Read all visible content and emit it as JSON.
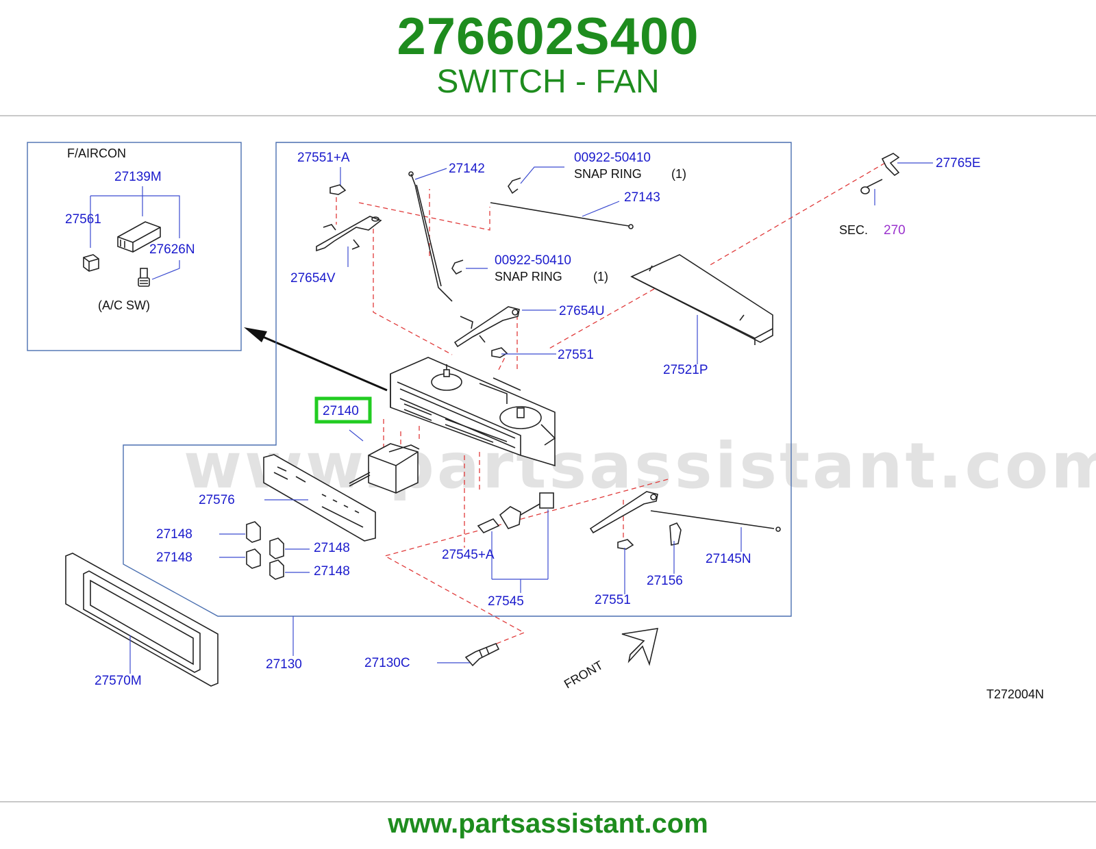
{
  "header": {
    "part_number": "276602S400",
    "part_name": "SWITCH - FAN"
  },
  "footer": {
    "url": "www.partsassistant.com"
  },
  "watermark": "www.partsassistant.com",
  "inset": {
    "title": "F/AIRCON",
    "caption": "(A/C   SW)",
    "labels": [
      "27139M",
      "27561",
      "27626N"
    ]
  },
  "labels": {
    "p27551a": "27551+A",
    "p27142": "27142",
    "p00922_top": "00922-50410",
    "snap_ring_top": "SNAP   RING",
    "qty_top": "(1)",
    "p27143": "27143",
    "p27765e": "27765E",
    "sec": "SEC.",
    "sec_num": "270",
    "p27654v": "27654V",
    "p00922_mid": "00922-50410",
    "snap_ring_mid": "SNAP   RING",
    "qty_mid": "(1)",
    "p27654u": "27654U",
    "p27551_mid": "27551",
    "p27521p": "27521P",
    "p27140": "27140",
    "p27576": "27576",
    "p27148_a": "27148",
    "p27148_b": "27148",
    "p27148_c": "27148",
    "p27148_d": "27148",
    "p27545a": "27545+A",
    "p27545": "27545",
    "p27551_bot": "27551",
    "p27156": "27156",
    "p27145n": "27145N",
    "p27570m": "27570M",
    "p27130": "27130",
    "p27130c": "27130C",
    "front": "FRONT",
    "ref": "T272004N"
  },
  "highlight": {
    "part": "27140",
    "color": "#22cc22"
  },
  "colors": {
    "brand_green": "#1e8c1e",
    "label_blue": "#1a1acc",
    "dash_red": "#e03a3a",
    "sec_purple": "#9a32cd"
  }
}
